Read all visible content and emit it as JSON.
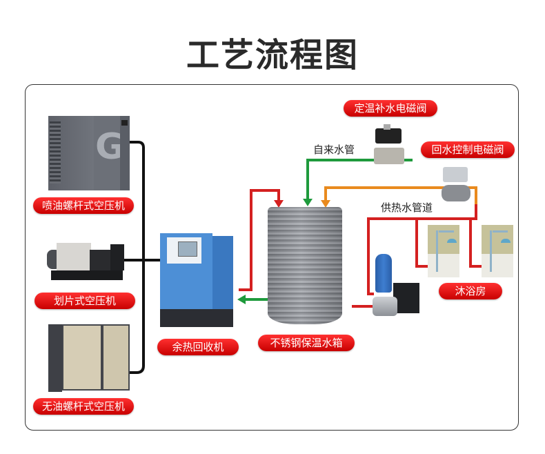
{
  "title": "工艺流程图",
  "labels": {
    "compressor_oil_screw": "喷油螺杆式空压机",
    "compressor_vane": "划片式空压机",
    "compressor_oil_free": "无油螺杆式空压机",
    "heat_recovery": "余热回收机",
    "tank": "不锈钢保温水箱",
    "valve_makeup": "定温补水电磁阀",
    "valve_return": "回水控制电磁阀",
    "shower_room": "沐浴房"
  },
  "pipe_labels": {
    "tap_water": "自来水管",
    "hot_supply": "供热水管道"
  },
  "colors": {
    "label_bg": "#e00000",
    "hot_pipe": "#d42020",
    "cold_pipe": "#1e9a3c",
    "return_pipe": "#e98a1e",
    "air_pipe": "#111111"
  }
}
